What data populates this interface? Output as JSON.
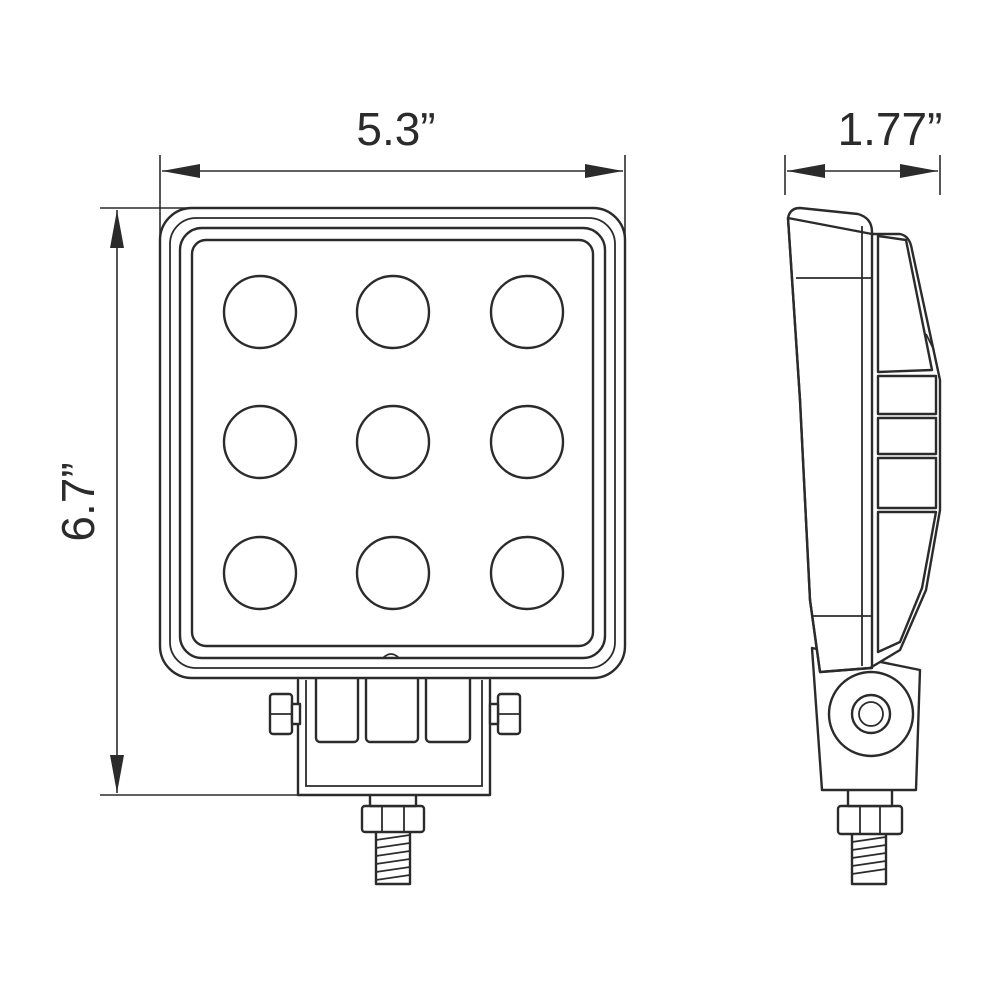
{
  "dimensions": {
    "width": "5.3”",
    "height": "6.7”",
    "depth": "1.77”"
  },
  "front_view": {
    "led_rows": 3,
    "led_cols": 3
  }
}
